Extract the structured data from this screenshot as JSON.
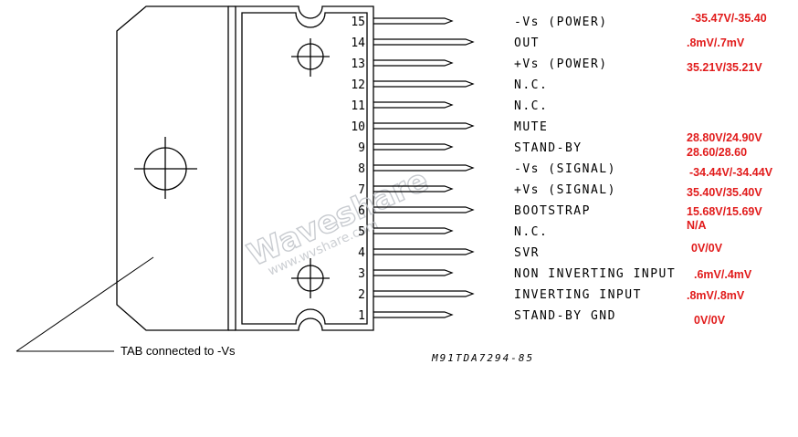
{
  "pins": [
    {
      "num": "15",
      "label": "-Vs (POWER)",
      "meas": "-35.47V/-35.40"
    },
    {
      "num": "14",
      "label": "OUT",
      "meas": ".8mV/.7mV"
    },
    {
      "num": "13",
      "label": "+Vs (POWER)",
      "meas": "35.21V/35.21V"
    },
    {
      "num": "12",
      "label": "N.C.",
      "meas": ""
    },
    {
      "num": "11",
      "label": "N.C.",
      "meas": ""
    },
    {
      "num": "10",
      "label": "MUTE",
      "meas": "28.80V/24.90V"
    },
    {
      "num": "9",
      "label": "STAND-BY",
      "meas": "28.60/28.60"
    },
    {
      "num": "8",
      "label": "-Vs (SIGNAL)",
      "meas": "-34.44V/-34.44V"
    },
    {
      "num": "7",
      "label": "+Vs (SIGNAL)",
      "meas": "35.40V/35.40V"
    },
    {
      "num": "6",
      "label": "BOOTSTRAP",
      "meas": "15.68V/15.69V"
    },
    {
      "num": "5",
      "label": "N.C.",
      "meas": "N/A"
    },
    {
      "num": "4",
      "label": "SVR",
      "meas": "0V/0V"
    },
    {
      "num": "3",
      "label": "NON INVERTING INPUT",
      "meas": ".6mV/.4mV"
    },
    {
      "num": "2",
      "label": "INVERTING INPUT",
      "meas": ".8mV/.8mV"
    },
    {
      "num": "1",
      "label": "STAND-BY GND",
      "meas": "0V/0V"
    }
  ],
  "tab_caption": "TAB connected to -Vs",
  "part_number": "M91TDA7294-85",
  "watermark": {
    "brand": "Waveshare",
    "url": "www.wvshare.com"
  },
  "colors": {
    "measurement": "#e11b1b",
    "line": "#000000",
    "watermark": "#bfc3c8"
  }
}
